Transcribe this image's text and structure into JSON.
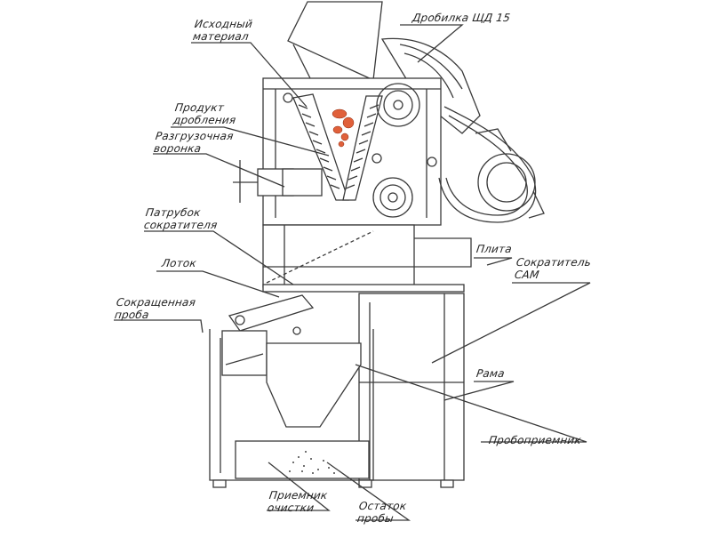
{
  "labels": {
    "crusher": "Дробилка ЩД 15",
    "source_material": [
      "Исходный",
      "материал"
    ],
    "crushed_product": [
      "Продукт",
      "дробления"
    ],
    "discharge_funnel": [
      "Разгрузочная",
      "воронка"
    ],
    "divider_pipe": [
      "Патрубок",
      "сократителя"
    ],
    "tray": "Лоток",
    "reduced_sample": [
      "Сокращенная",
      "проба"
    ],
    "plate": "Плита",
    "divider_sam": [
      "Сократитель",
      "САМ"
    ],
    "frame": "Рама",
    "sample_collector": "Пробоприемник",
    "cleaning_receiver": [
      "Приемник",
      "очистки"
    ],
    "sample_residue": [
      "Остаток",
      "пробы"
    ]
  },
  "colors": {
    "line": "#3a3a3a",
    "crushed_material": "#e0603a"
  }
}
